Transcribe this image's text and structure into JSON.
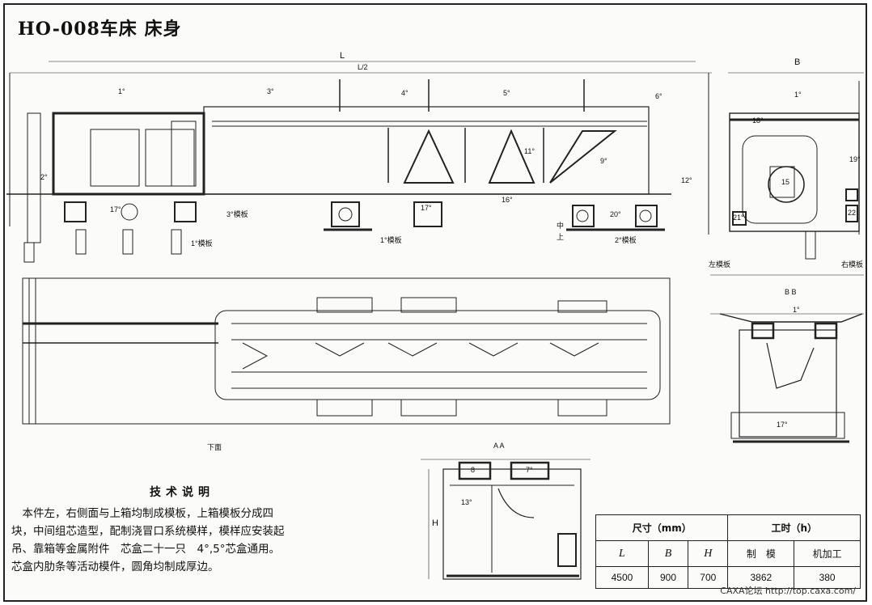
{
  "title": "HO-008车床  床身",
  "drawing_labels": {
    "L": "L",
    "L_over_2": "L/2",
    "B": "B",
    "H": "H",
    "section_aa": "A  A",
    "section_bb": "B  B",
    "mark_1": "1°",
    "mark_1b": "1°",
    "mark_1c": "1°",
    "mark_2": "2°",
    "mark_3": "3°",
    "mark_4": "4°",
    "mark_5": "5°",
    "mark_6": "6°",
    "mark_7": "7°",
    "mark_8": "8",
    "mark_9": "9°",
    "mark_11": "11°",
    "mark_12": "12°",
    "mark_13": "13°",
    "mark_15": "15",
    "mark_16": "16°",
    "mark_17": "17°",
    "mark_17b": "17°",
    "mark_17c": "17°",
    "mark_18": "18°",
    "mark_19": "19°",
    "mark_20": "20°",
    "mark_21": "21°",
    "mark_22": "22",
    "plate_1": "1°模板",
    "plate_1b": "1°模板",
    "plate_2": "2°模板",
    "plate_3": "3°模板",
    "plate_left": "左模板",
    "plate_right": "右模板",
    "bottom_label": "下面",
    "up": "上",
    "mid": "中"
  },
  "notes": {
    "heading": "技术说明",
    "lines": [
      "　本件左，右侧面与上箱均制成模板，上箱模板分成四",
      "块，中间组芯造型，配制浇冒口系统模样，模样应安装起",
      "吊、靠箱等金属附件　芯盒二十一只　4°,5°芯盒通用。",
      "芯盒内肋条等活动模件，圆角均制成厚边。"
    ]
  },
  "spec_table": {
    "group_dims": "尺寸（mm）",
    "group_hours": "工时（h）",
    "col_L": "L",
    "col_B": "B",
    "col_H": "H",
    "col_pattern": "制　模",
    "col_machining": "机加工",
    "val_L": "4500",
    "val_B": "900",
    "val_H": "700",
    "val_pattern": "3862",
    "val_machining": "380"
  },
  "watermark": "CAXA论坛 http://top.caxa.com/"
}
